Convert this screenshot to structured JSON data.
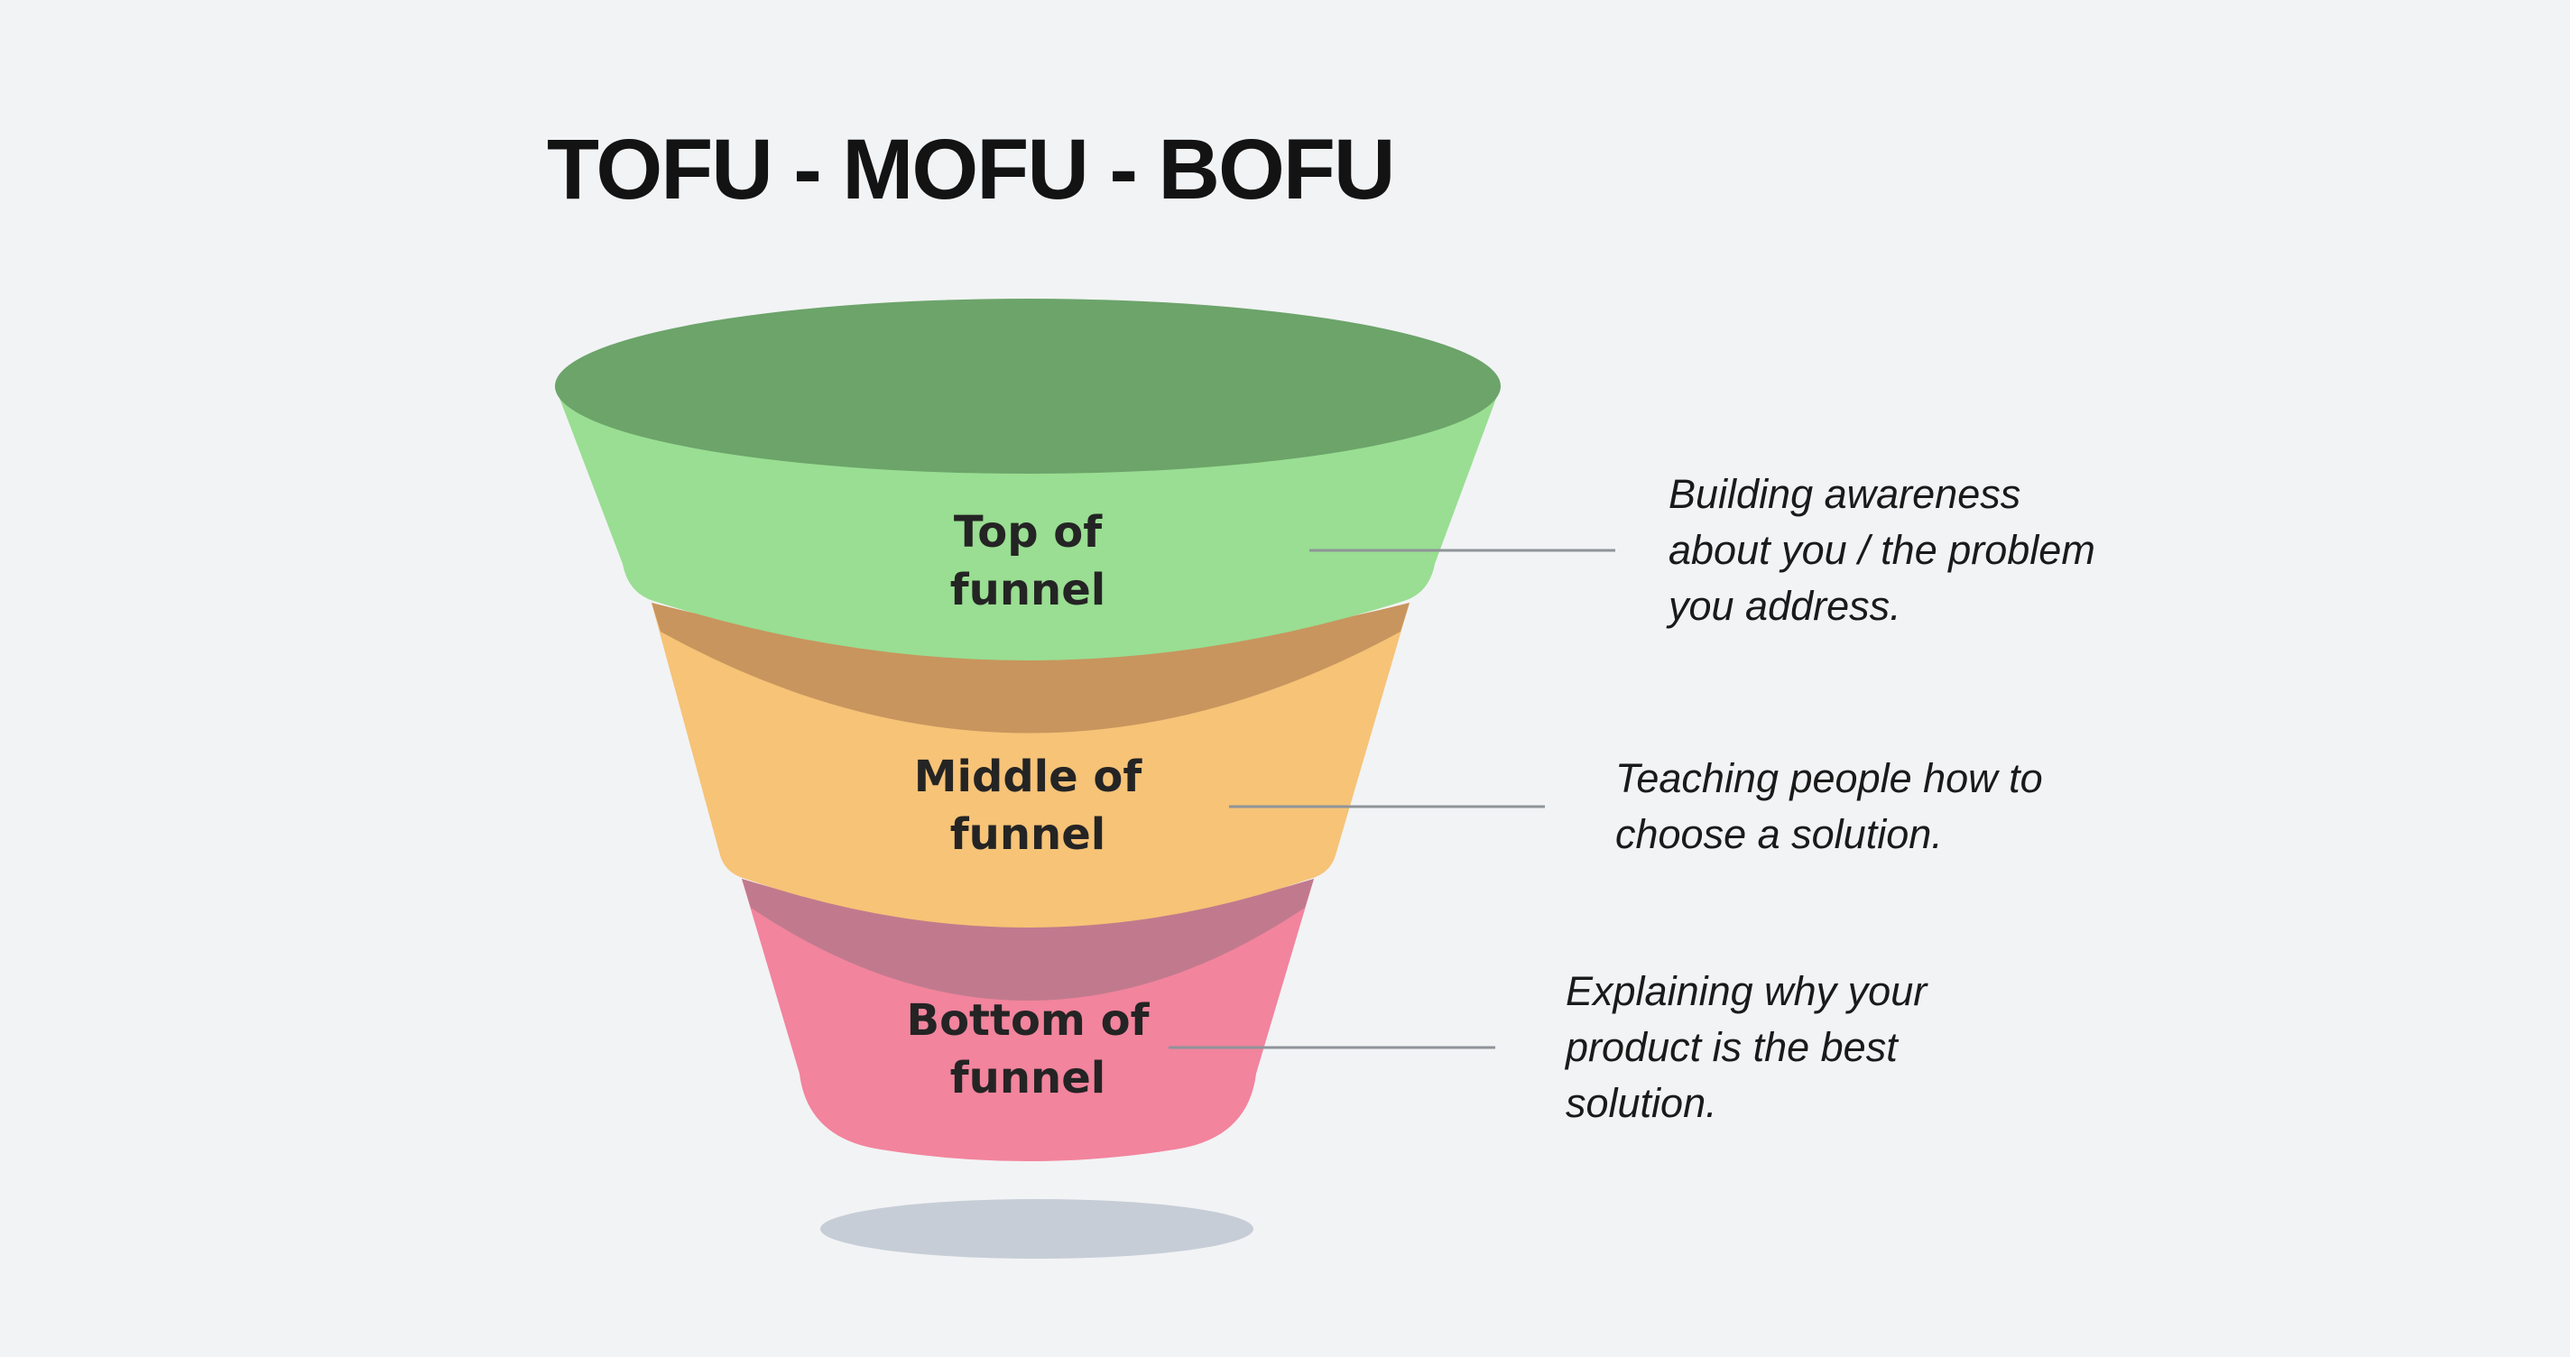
{
  "title": "TOFU - MOFU - BOFU",
  "colors": {
    "background": "#F2F3F5",
    "connector_line": "#8F9499",
    "shadow": "#C6CDD6",
    "title_text": "#131313",
    "label_text": "#242424"
  },
  "funnel": {
    "stages": [
      {
        "id": "tofu",
        "label": "Top of\nfunnel",
        "body_color": "#99DE92",
        "top_surface_color": "#6CA46A",
        "annotation": "Building awareness\nabout you / the problem\nyou address."
      },
      {
        "id": "mofu",
        "label": "Middle of\nfunnel",
        "body_color": "#F6C377",
        "top_surface_color": "#C8955E",
        "annotation": "Teaching people how to\nchoose a solution."
      },
      {
        "id": "bofu",
        "label": "Bottom of\nfunnel",
        "body_color": "#F2849D",
        "top_surface_color": "#C17A8D",
        "annotation": "Explaining why your\nproduct is the best\nsolution."
      }
    ]
  },
  "chart_data": {
    "type": "funnel",
    "title": "TOFU - MOFU - BOFU",
    "stages": [
      {
        "label": "Top of funnel",
        "description": "Building awareness about you / the problem you address.",
        "color": "#99DE92"
      },
      {
        "label": "Middle of funnel",
        "description": "Teaching people how to choose a solution.",
        "color": "#F6C377"
      },
      {
        "label": "Bottom of funnel",
        "description": "Explaining why your product is the best solution.",
        "color": "#F2849D"
      }
    ]
  }
}
